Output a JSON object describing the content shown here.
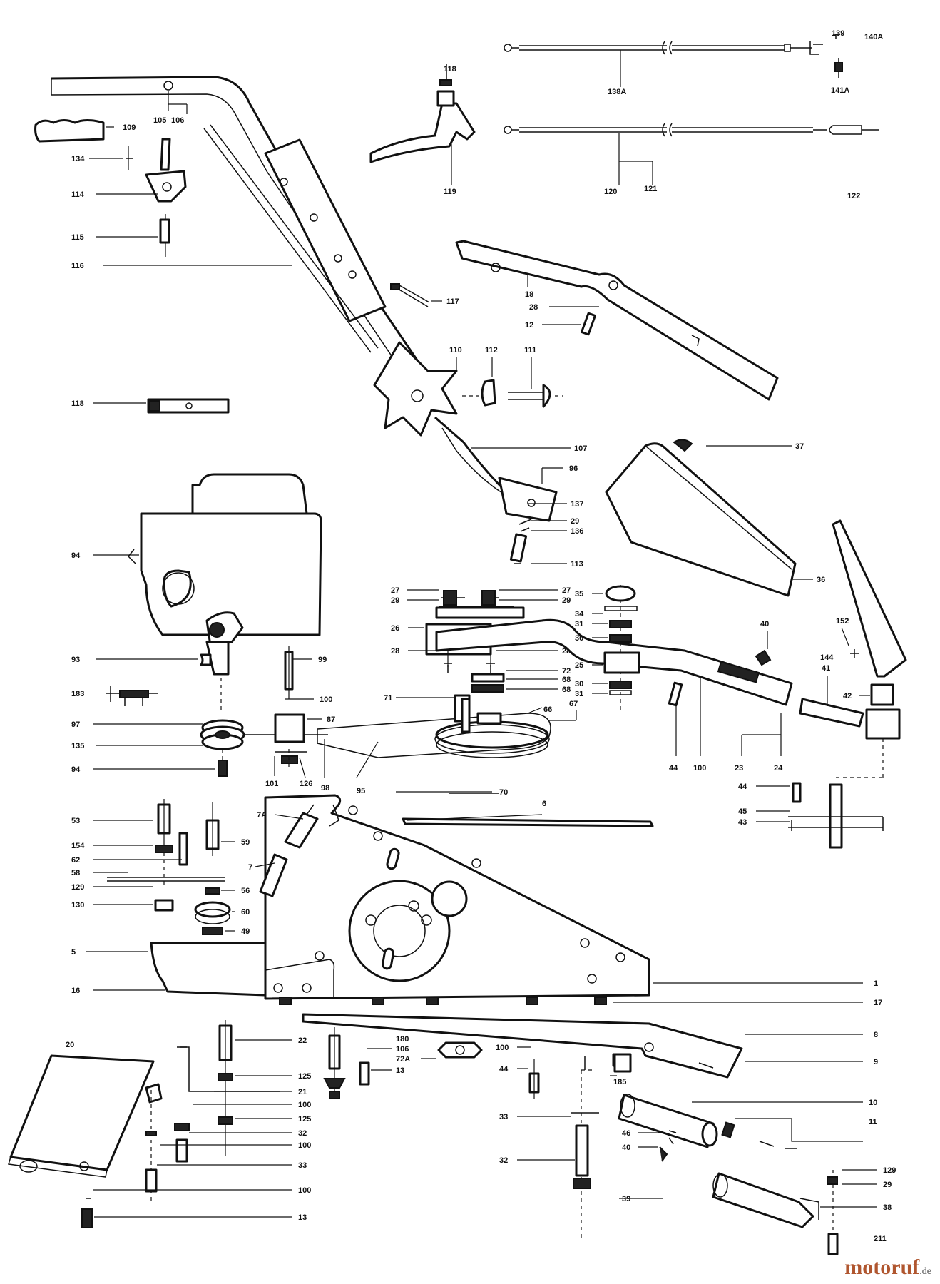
{
  "labels": {
    "l140a": "140A",
    "l139": "139",
    "l138a": "138A",
    "l141a": "141A",
    "l122": "122",
    "l120": "120",
    "l121": "121",
    "l119": "119",
    "l118top": "118",
    "l105": "105",
    "l106": "106",
    "l109": "109",
    "l134": "134",
    "l114": "114",
    "l115": "115",
    "l116": "116",
    "l117": "117",
    "l118": "118",
    "l110": "110",
    "l112": "112",
    "l111": "111",
    "l107": "107",
    "l96": "96",
    "l137": "137",
    "l29b": "29",
    "l136": "136",
    "l113": "113",
    "l37": "37",
    "l36": "36",
    "l18": "18",
    "l28": "28",
    "l12": "12",
    "l94": "94",
    "l93": "93",
    "l183": "183",
    "l99": "99",
    "l100a": "100",
    "l97": "97",
    "l135": "135",
    "l94b": "94",
    "l87": "87",
    "l101": "101",
    "l126": "126",
    "l98": "98",
    "l95": "95",
    "l27a": "27",
    "l29a": "29",
    "l27b": "27",
    "l29c": "29",
    "l26": "26",
    "l28b": "28",
    "l28c": "28",
    "l72": "72",
    "l68a": "68",
    "l68b": "68",
    "l71": "71",
    "l66": "66",
    "l67": "67",
    "l35": "35",
    "l34": "34",
    "l31a": "31",
    "l30a": "30",
    "l25": "25",
    "l30b": "30",
    "l31b": "31",
    "l40": "40",
    "l41": "41",
    "l152": "152",
    "l144": "144",
    "l42": "42",
    "l44a": "44",
    "l100b": "100",
    "l23": "23",
    "l24": "24",
    "l44b": "44",
    "l45": "45",
    "l43": "43",
    "l70": "70",
    "l6": "6",
    "l7a": "7A",
    "l7": "7",
    "l53": "53",
    "l154": "154",
    "l62": "62",
    "l58": "58",
    "l129": "129",
    "l130": "130",
    "l59": "59",
    "l56": "56",
    "l60": "60",
    "l49": "49",
    "l5": "5",
    "l16": "16",
    "l1": "1",
    "l17": "17",
    "l20": "20",
    "l22": "22",
    "l125": "125",
    "l21": "21",
    "l100c": "100",
    "l125b": "125",
    "l32a": "32",
    "l100d": "100",
    "l33a": "33",
    "l100e": "100",
    "l13": "13",
    "l180": "180",
    "l106b": "106",
    "l72a": "72A",
    "l13b": "13",
    "l100f": "100",
    "l44c": "44",
    "l185": "185",
    "l8": "8",
    "l9": "9",
    "l10": "10",
    "l11": "11",
    "l46": "46",
    "l40b": "40",
    "l33": "33",
    "l32": "32",
    "l39": "39",
    "l129b": "129",
    "l29": "29",
    "l38": "38",
    "l211": "211"
  },
  "brand": {
    "name": "motoruf",
    "suffix": ".de"
  }
}
